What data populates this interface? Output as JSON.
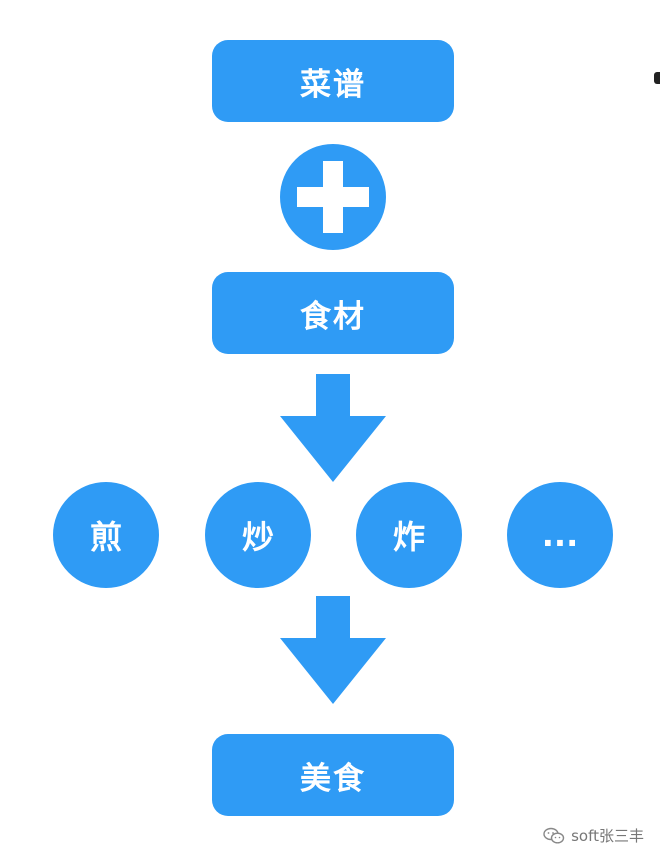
{
  "diagram": {
    "recipe_label": "菜谱",
    "ingredients_label": "食材",
    "methods": [
      "煎",
      "炒",
      "炸",
      "..."
    ],
    "result_label": "美食"
  },
  "watermark": {
    "text": "soft张三丰",
    "icon": "wechat-icon"
  },
  "colors": {
    "accent": "#2f9bf5",
    "text_on_accent": "#ffffff"
  }
}
